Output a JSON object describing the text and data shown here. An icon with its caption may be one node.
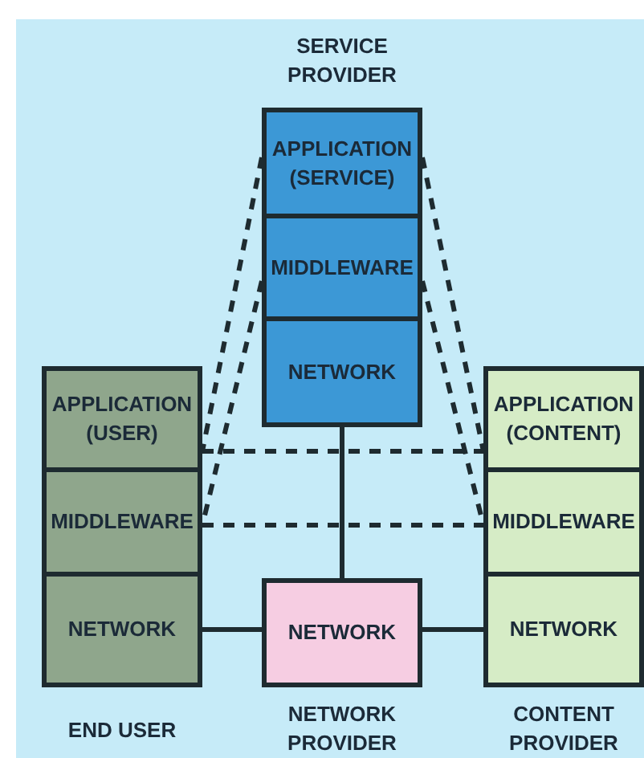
{
  "diagram": {
    "nodes": [
      {
        "text": [
          "APPLICATION (SERVICE)"
        ]
      },
      {
        "text": [
          "MIDDLEWARE"
        ]
      },
      {
        "text": [
          "NETWORK"
        ]
      },
      {
        "text": [
          "APPLICATION (USER)"
        ]
      },
      {
        "text": [
          "MIDDLEWARE"
        ]
      },
      {
        "text": [
          "NETWORK"
        ]
      },
      {
        "text": [
          "NETWORK"
        ]
      },
      {
        "text": [
          "APPLICATION (CONTENT)"
        ]
      },
      {
        "text": [
          "MIDDLEWARE"
        ]
      },
      {
        "text": [
          "NETWORK"
        ]
      }
    ],
    "edges": [
      {
        "from": 2,
        "to": 6,
        "arrow": "none"
      },
      {
        "from": 5,
        "to": 6,
        "arrow": "none"
      },
      {
        "from": 6,
        "to": 9,
        "arrow": "none"
      },
      {
        "from": 0,
        "to": 3,
        "arrow": "none",
        "style": "dashed"
      },
      {
        "from": 1,
        "to": 4,
        "arrow": "none",
        "style": "dashed"
      },
      {
        "from": 0,
        "to": 7,
        "arrow": "none",
        "style": "dashed"
      },
      {
        "from": 1,
        "to": 8,
        "arrow": "none",
        "style": "dashed"
      },
      {
        "from": 3,
        "to": 7,
        "arrow": "none",
        "style": "dashed"
      },
      {
        "from": 4,
        "to": 8,
        "arrow": "none",
        "style": "dashed"
      }
    ],
    "labels": [
      "SERVICE PROVIDER",
      "END USER",
      "NETWORK PROVIDER",
      "CONTENT PROVIDER"
    ]
  }
}
